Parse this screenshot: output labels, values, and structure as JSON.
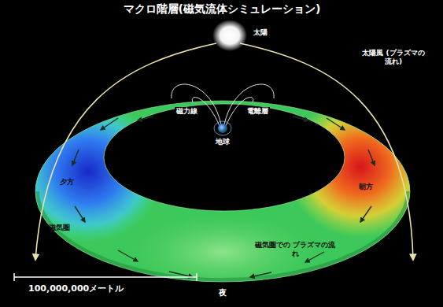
{
  "diagram": {
    "title": "マクロ階層(磁気流体シミュレーション)",
    "labels": [
      "太陽",
      "太陽風 (プラズマの流れ)",
      "磁力線",
      "電離層",
      "地球",
      "夕方",
      "朝方",
      "磁気圏",
      "磁気圏での プラズマの流れ",
      "100,000,000メートル",
      "夜"
    ]
  }
}
